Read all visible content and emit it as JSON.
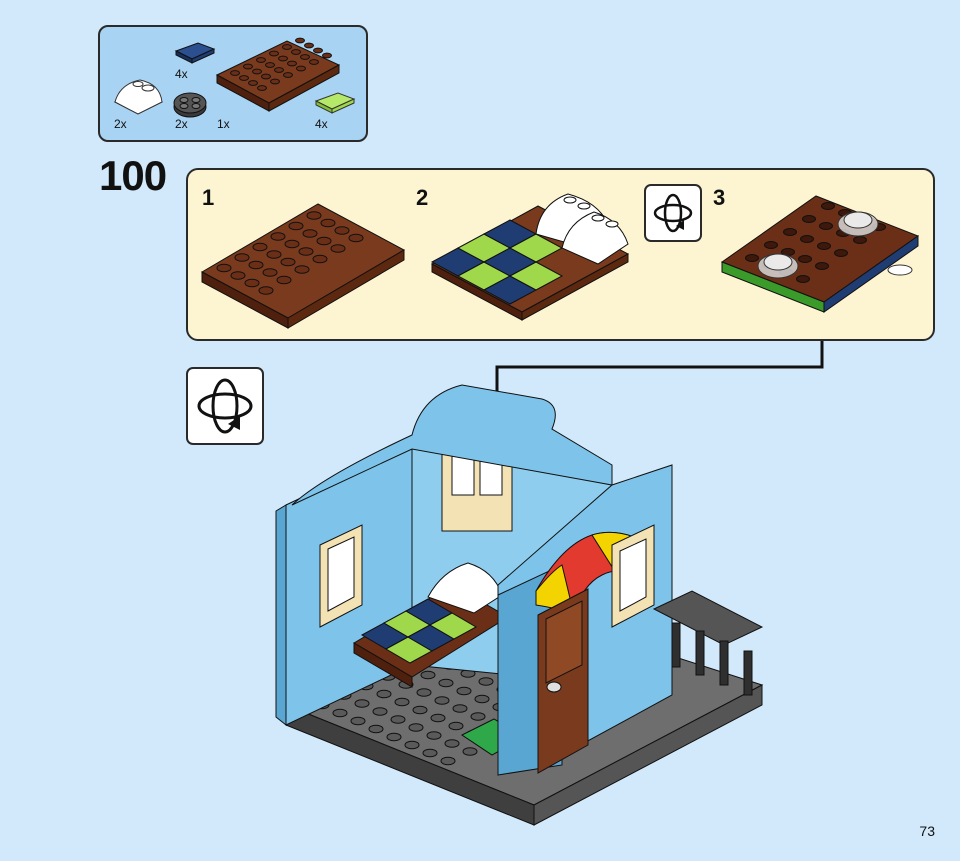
{
  "parts_list": {
    "items": [
      {
        "part": "white-curved-slope-2x2",
        "qty": "2x",
        "color": "#ffffff"
      },
      {
        "part": "dark-stone-grey-round-plate-2x2",
        "qty": "2x",
        "color": "#4a4a4a"
      },
      {
        "part": "dark-blue-tile-1x2",
        "qty": "4x",
        "color": "#1f3d73"
      },
      {
        "part": "reddish-brown-plate-4x6",
        "qty": "1x",
        "color": "#6b2f17"
      },
      {
        "part": "lime-tile-1x2",
        "qty": "4x",
        "color": "#9fd84b"
      }
    ]
  },
  "step": {
    "number": "100",
    "substeps": [
      "1",
      "2",
      "3"
    ]
  },
  "colors": {
    "page_background": "#d2e9fb",
    "callout_background": "#a9d3f3",
    "substep_background": "#fdf5d2",
    "brown": "#6b2f17",
    "dark_blue": "#1f3d73",
    "lime": "#9fd84b",
    "medium_azure": "#7ec3ea",
    "grey": "#5a5a5a"
  },
  "page": {
    "number": "73"
  }
}
